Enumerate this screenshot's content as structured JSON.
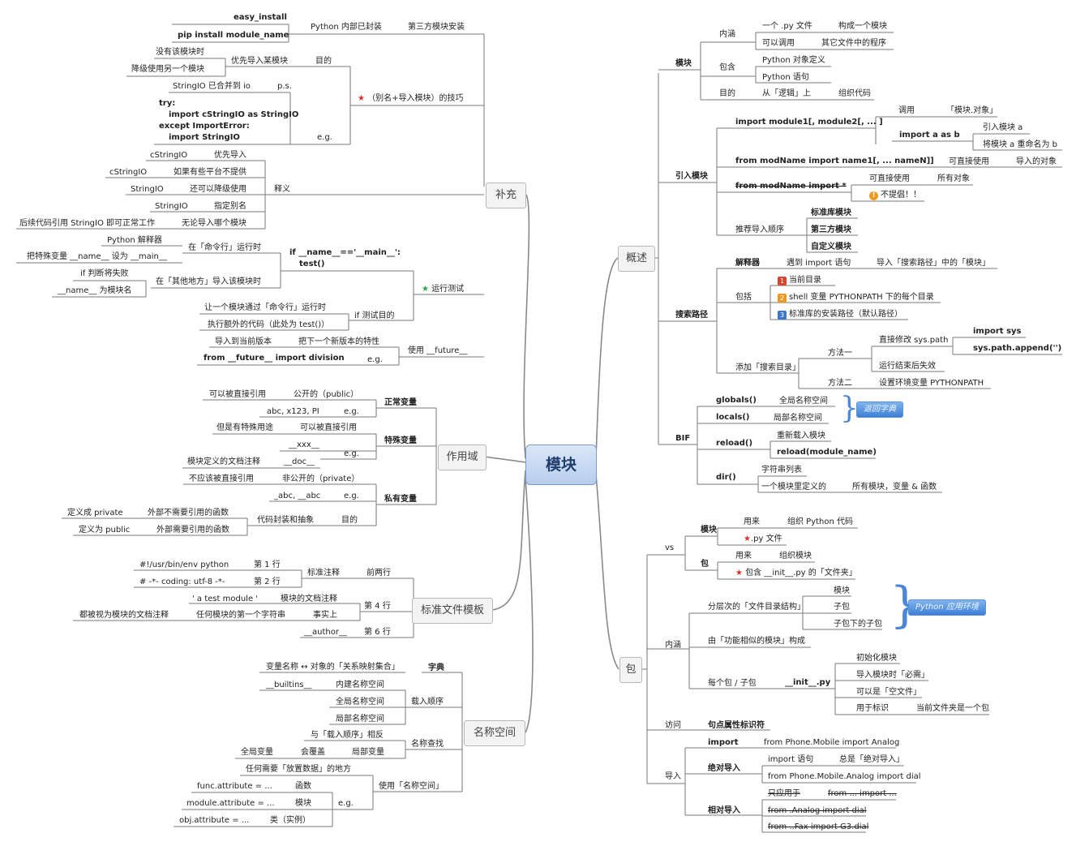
{
  "root": "模块",
  "branches": {
    "supplement": "补充",
    "scope": "作用域",
    "template": "标准文件模板",
    "namespace": "名称空间",
    "overview": "概述",
    "package": "包"
  },
  "supp": {
    "easy_install": "easy_install",
    "pip": "pip install module_name",
    "python_builtin": "Python 内部已封装",
    "third_install": "第三方模块安装",
    "no_module": "没有该模块时",
    "downgrade": "降级使用另一个模块",
    "prefer_import": "优先导入某模块",
    "purpose": "目的",
    "alias_tip": "（别名+导入模块）的技巧",
    "stringio_merged": "StringIO 已合并到 io",
    "ps": "p.s.",
    "code_try": "try:",
    "code_import1": "import cStringIO as StringIO",
    "code_except": "except ImportError:",
    "code_import2": "import StringIO",
    "eg": "e.g.",
    "cstringio": "cStringIO",
    "priority": "优先导入",
    "cstringio2": "cStringIO",
    "platform_no": "如果有些平台不提供",
    "stringio": "StringIO",
    "still_downgrade": "还可以降级使用",
    "meaning": "释义",
    "stringio2": "StringIO",
    "alias_name": "指定别名",
    "later_code": "后续代码引用 StringIO 即可正常工作",
    "any_module": "无论导入哪个模块",
    "py_interp": "Python 解释器",
    "cmdline_run": "在「命令行」运行时",
    "set_name": "把特殊变量 __name__ 设为 __main__",
    "if_main": "if __name__=='__main__':",
    "test_call": "test()",
    "if_fail": "if 判断将失败",
    "name_modname": "__name__ 为模块名",
    "elsewhere": "在「其他地方」导入该模块时",
    "run_test": "运行测试",
    "let_module": "让一个模块通过「命令行」运行时",
    "extra_code": "执行额外的代码（此处为 test()）",
    "if_purpose": "if 测试目的",
    "import_current": "导入到当前版本",
    "next_version": "把下一个新版本的特性",
    "future_import": "from __future__ import division",
    "eg2": "e.g.",
    "use_future": "使用 __future__"
  },
  "scope": {
    "can_ref": "可以被直接引用",
    "public": "公开的（public）",
    "normal_var": "正常变量",
    "abc_example": "abc, x123, PI",
    "eg": "e.g.",
    "special_use": "但是有特殊用途",
    "can_ref2": "可以被直接引用",
    "special_var": "特殊变量",
    "xxx": "__xxx__",
    "eg2": "e.g.",
    "module_doc": "模块定义的文档注释",
    "doc": "__doc__",
    "not_ref": "不应该被直接引用",
    "private": "非公开的（private）",
    "private_var": "私有变量",
    "abc_private": "_abc, __abc",
    "eg3": "e.g.",
    "def_private": "定义成 private",
    "ext_not_need": "外部不需要引用的函数",
    "encapsulate": "代码封装和抽象",
    "purpose": "目的",
    "def_public": "定义为 public",
    "ext_need": "外部需要引用的函数"
  },
  "template": {
    "shebang": "#!/usr/bin/env python",
    "line1": "第 1 行",
    "std_comment": "标准注释",
    "first_two": "前两行",
    "coding": "# -*- coding: utf-8 -*-",
    "line2": "第 2 行",
    "a_test": "' a test module '",
    "mod_doc": "模块的文档注释",
    "any_first": "任何模块的第一个字符串",
    "actually": "事实上",
    "line4": "第 4 行",
    "seen_doc": "都被视为模块的文档注释",
    "author": "__author__",
    "line6": "第 6 行"
  },
  "ns": {
    "var_map": "变量名称 ↔ 对象的「关系映射集合」",
    "dict": "字典",
    "builtins": "__builtins__",
    "builtin_ns": "内建名称空间",
    "global_ns": "全局名称空间",
    "load_order": "载入顺序",
    "local_ns": "局部名称空间",
    "reverse": "与「载入顺序」相反",
    "name_lookup": "名称查找",
    "global_var": "全局变量",
    "overridden": "会覆盖",
    "local_var": "局部变量",
    "any_need": "任何需要「放置数据」的地方",
    "func_attr": "func.attribute = ...",
    "func": "函数",
    "use_ns": "使用「名称空间」",
    "module_attr": "module.attribute = ...",
    "module": "模块",
    "eg": "e.g.",
    "obj_attr": "obj.attribute = ...",
    "cls": "类（实例）"
  },
  "ov": {
    "module": "模块",
    "connotation": "内涵",
    "one_py": "一个 .py 文件",
    "forms_module": "构成一个模块",
    "callable": "可以调用",
    "other_prog": "其它文件中的程序",
    "contain": "包含",
    "py_obj": "Python 对象定义",
    "py_stmt": "Python 语句",
    "purpose": "目的",
    "logic": "从「逻辑」上",
    "organize": "组织代码",
    "import_module": "引入模块",
    "import_stmt": "import module1[, module2[, ... ]",
    "call": "调用",
    "mod_obj": "「模块.对象」",
    "import_as": "import a as b",
    "import_a": "引入模块 a",
    "rename": "将模块 a 重命名为 b",
    "from_import": "from modName import name1[, ... nameN]]",
    "direct_use": "可直接使用",
    "imported_obj": "导入的对象",
    "from_star": "from modName import *",
    "direct_use2": "可直接使用",
    "all_obj": "所有对象",
    "not_recommend": "不提倡！！",
    "recommend_order": "推荐导入顺序",
    "stdlib": "标准库模块",
    "thirdparty": "第三方模块",
    "custom": "自定义模块",
    "interpreter": "解释器",
    "meet_import": "遇到 import 语句",
    "import_search": "导入「搜索路径」中的「模块」",
    "search_path": "搜索路径",
    "include": "包括",
    "current_dir": "当前目录",
    "shell_var": "shell 变量 PYTHONPATH 下的每个目录",
    "stdlib_path": "标准库的安装路径（默认路径）",
    "add_path": "添加「搜索目录」",
    "method1": "方法一",
    "modify_path": "直接修改 sys.path",
    "import_sys": "import sys",
    "append": "sys.path.append('')",
    "invalid_after": "运行结束后失效",
    "method2": "方法二",
    "set_env": "设置环境变量 PYTHONPATH",
    "bif": "BIF",
    "globals": "globals()",
    "global_ns": "全局名称空间",
    "locals": "locals()",
    "local_ns": "局部名称空间",
    "return_dict": "返回字典",
    "reload": "reload()",
    "reload_mod": "重新载入模块",
    "reload_name": "reload(module_name)",
    "dir": "dir()",
    "str_list": "字符串列表",
    "defined_in": "一个模块里定义的",
    "all_items": "所有模块，变量 & 函数"
  },
  "pkg": {
    "vs": "vs",
    "module": "模块",
    "use_for": "用来",
    "org_code": "组织 Python 代码",
    "py_file": ".py 文件",
    "pkg": "包",
    "use_for2": "用来",
    "org_module": "组织模块",
    "contains_init": "包含 __init__.py 的「文件夹」",
    "connotation": "内涵",
    "layered": "分层次的「文件目录结构」",
    "mod": "模块",
    "subpkg": "子包",
    "subsubpkg": "子包下的子包",
    "py_env": "Python 应用环境",
    "composed": "由「功能相似的模块」构成",
    "each_pkg": "每个包 / 子包",
    "init_py": "__init__.py",
    "init_mod": "初始化模块",
    "must": "导入模块时「必需」",
    "can_empty": "可以是「空文件」",
    "mark": "用于标识",
    "cur_folder": "当前文件夹是一个包",
    "access": "访问",
    "dot_attr": "句点属性标识符",
    "import_kw": "import",
    "phone_import": "from Phone.Mobile import Analog",
    "abs_import": "绝对导入",
    "import_stmt": "import 语句",
    "always_abs": "总是「绝对导入」",
    "phone_dial": "from Phone.Mobile.Analog import dial",
    "only_for": "只应用于",
    "from_import": "from ... import ...",
    "rel_import": "相对导入",
    "analog_dial": "from .Analog import dial",
    "fax_g3": "from ..Fax import G3.dial",
    "import_lead": "导入"
  },
  "colors": {
    "line": "#7d7d7d",
    "star": "#d9302e",
    "callout": "#3e7fd6"
  }
}
